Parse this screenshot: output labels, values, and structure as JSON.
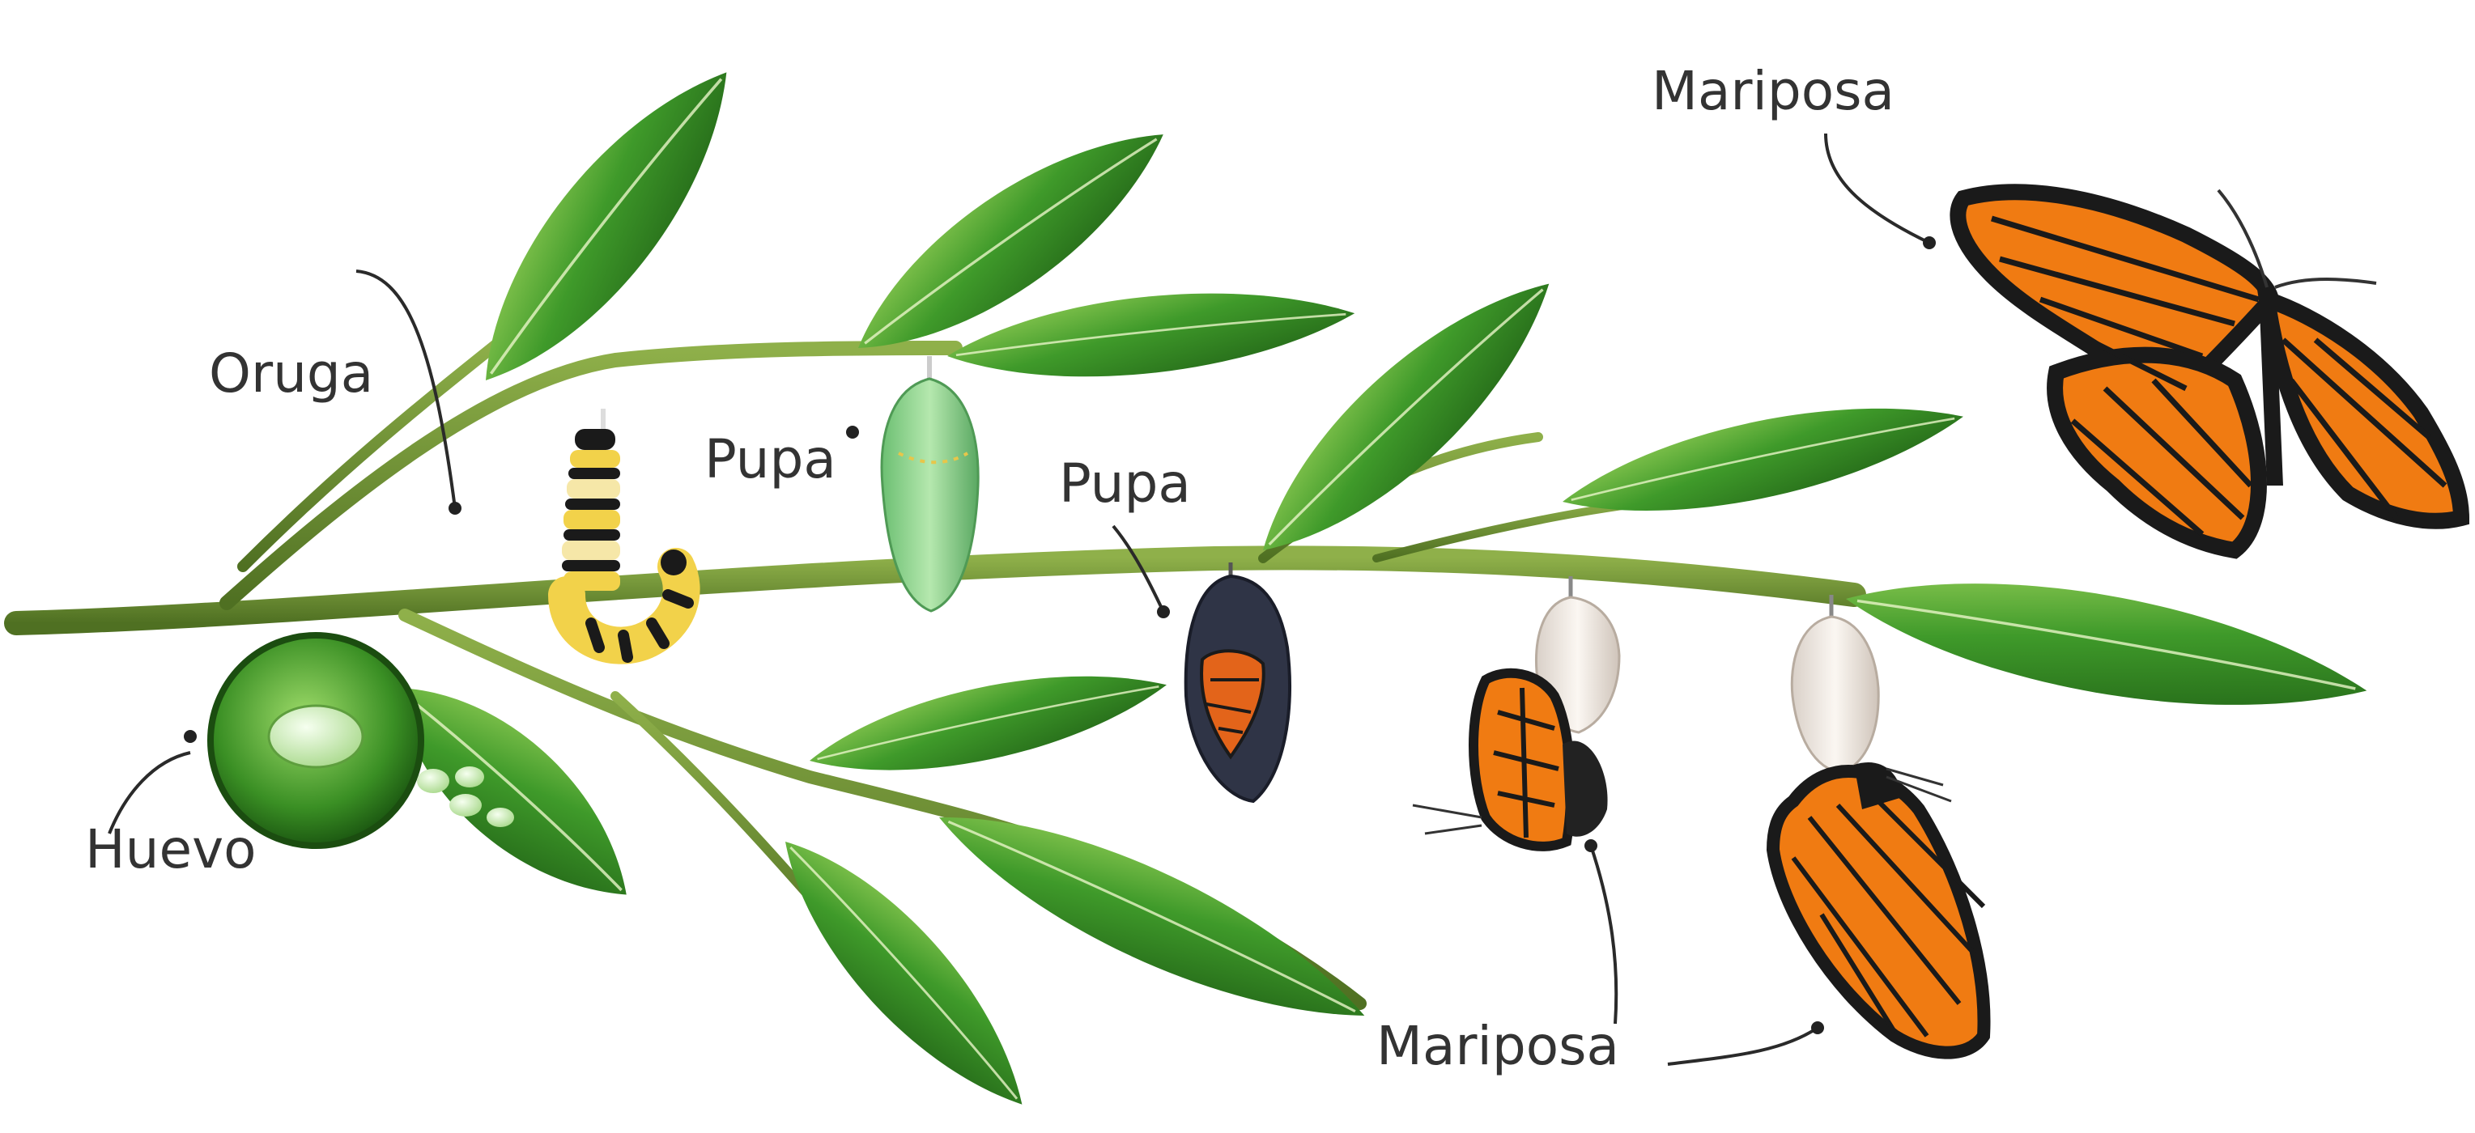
{
  "labels": {
    "egg": "Huevo",
    "caterpillar": "Oruga",
    "pupa_green": "Pupa",
    "pupa_dark": "Pupa",
    "butterfly_adult": "Mariposa",
    "butterfly_emerging": "Mariposa"
  },
  "icons": [
    "egg-icon",
    "caterpillar-icon",
    "chrysalis-icon",
    "butterfly-icon",
    "leaf-icon"
  ],
  "colors": {
    "leaf_dark": "#2f7d1f",
    "leaf_light": "#9bd25a",
    "stem": "#6a8f2f",
    "chrysalis_green": "#8fd18c",
    "chrysalis_dark": "#2f3446",
    "wing_orange": "#f07b12",
    "wing_black": "#1a1a1a",
    "label_text": "#333333"
  }
}
